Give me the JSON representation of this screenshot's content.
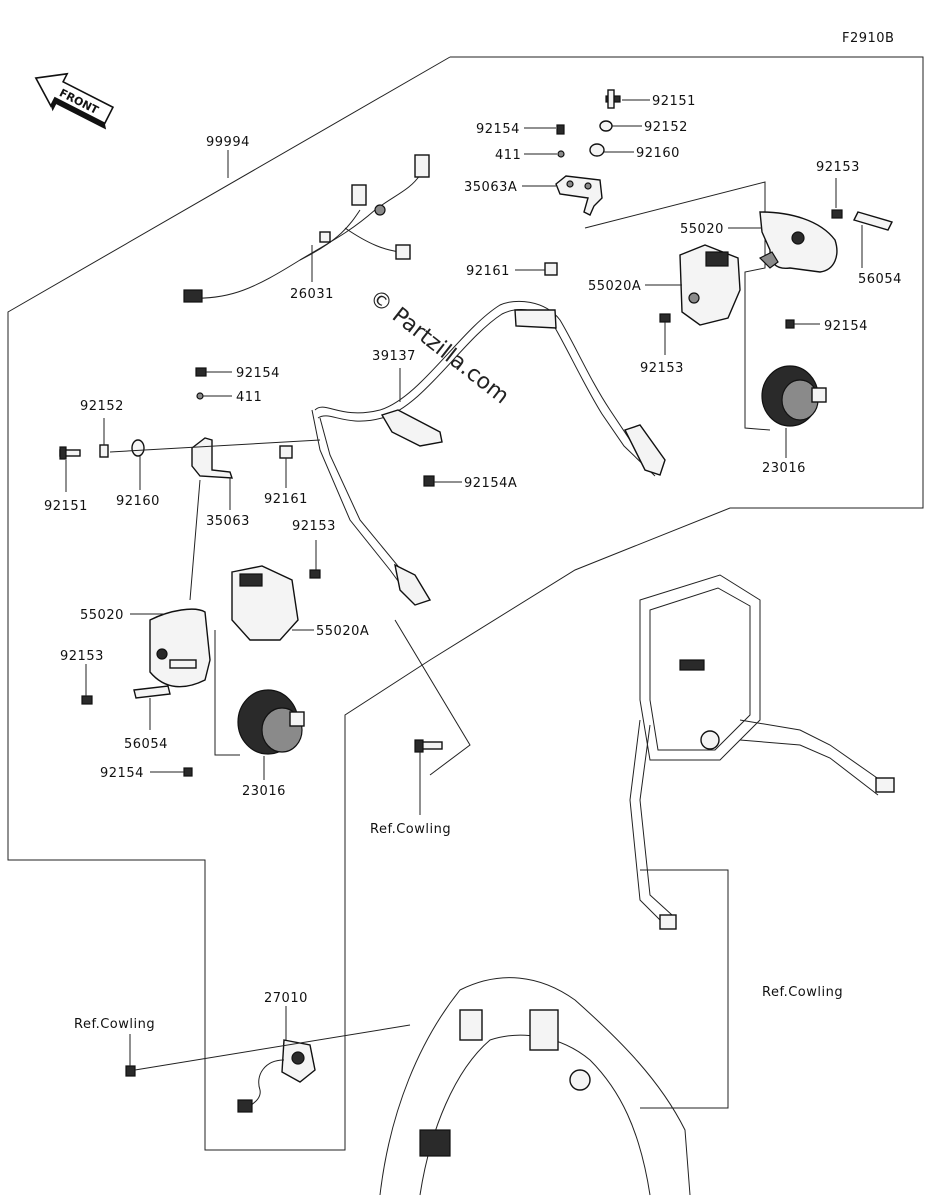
{
  "figure_code": "F2910B",
  "front_badge": "FRONT",
  "watermark": "© Partzilla.com",
  "labels": {
    "l99994": "99994",
    "l26031": "26031",
    "l92151_top": "92151",
    "l92154_top": "92154",
    "l92152_top": "92152",
    "l411_top": "411",
    "l92160_top": "92160",
    "l35063A": "35063A",
    "l92161_top": "92161",
    "l92153_tr": "92153",
    "l55020_tr": "55020",
    "l55020A_tr": "55020A",
    "l56054_tr": "56054",
    "l92154_tr": "92154",
    "l92153_tr2": "92153",
    "l23016_tr": "23016",
    "l39137": "39137",
    "l92154A": "92154A",
    "l92154_left": "92154",
    "l411_left": "411",
    "l92152_left": "92152",
    "l92151_left": "92151",
    "l92160_left": "92160",
    "l35063": "35063",
    "l92161_left": "92161",
    "l92153_left": "92153",
    "l55020_left": "55020",
    "l55020A_left": "55020A",
    "l92153_left2": "92153",
    "l56054_left": "56054",
    "l92154_left2": "92154",
    "l23016_left": "23016",
    "ref_cowling_center": "Ref.Cowling",
    "ref_cowling_right": "Ref.Cowling",
    "ref_cowling_left": "Ref.Cowling",
    "l27010": "27010"
  }
}
